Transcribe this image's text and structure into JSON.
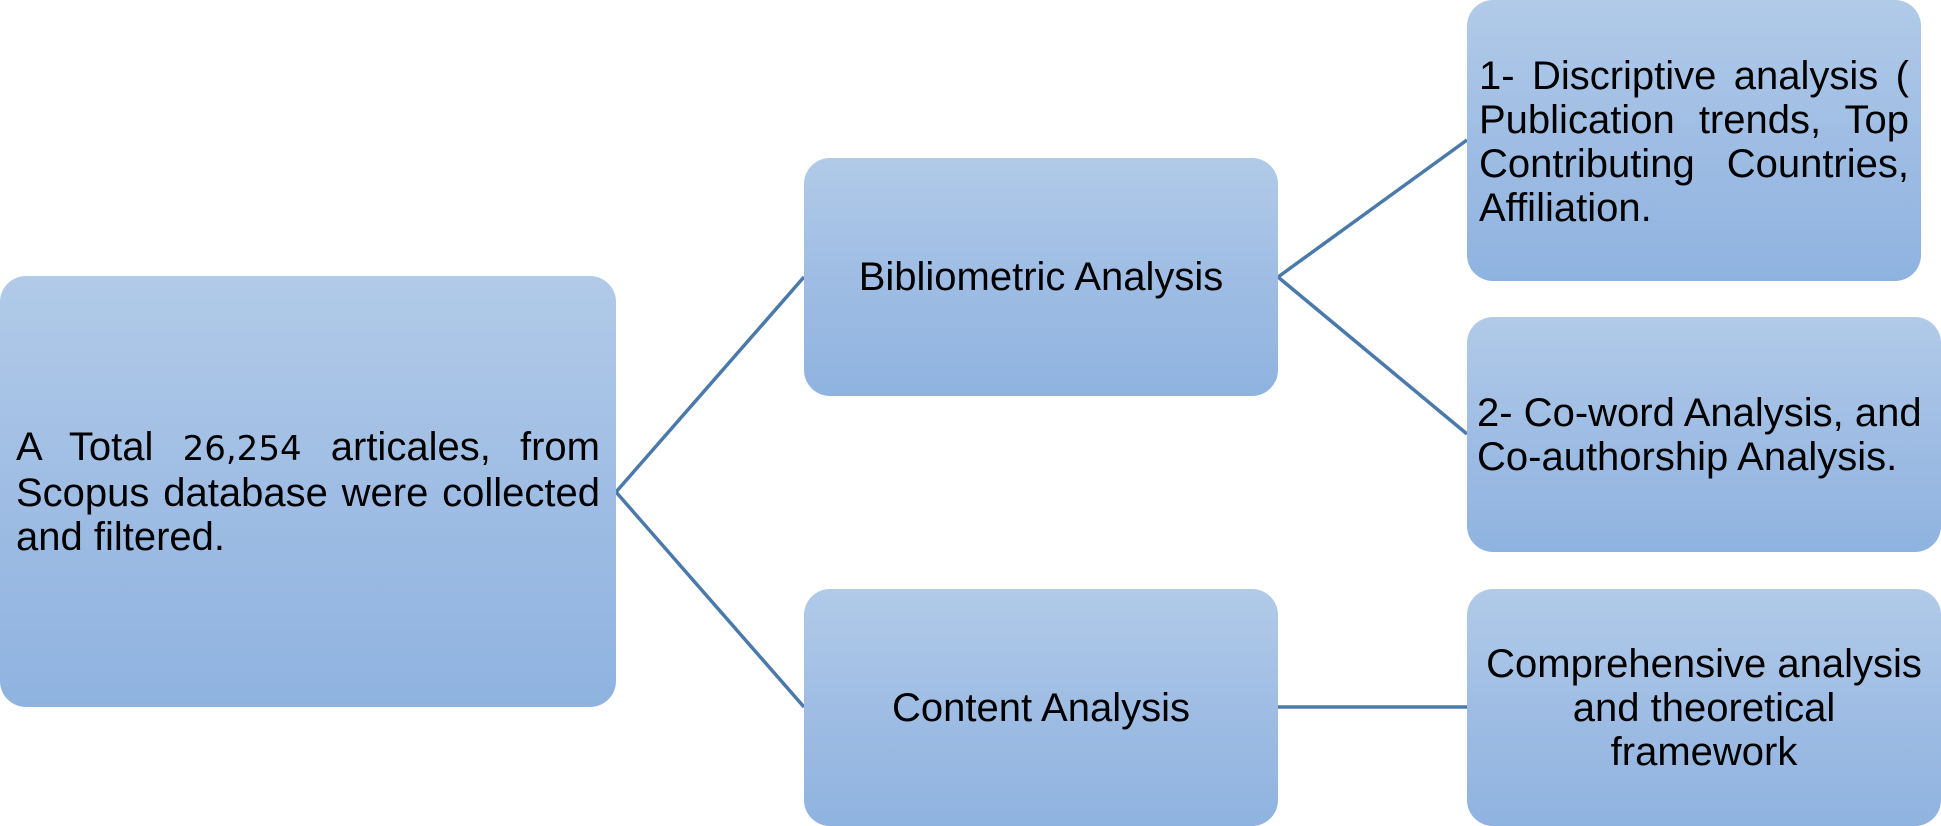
{
  "colors": {
    "box_top": "#b1cae8",
    "box_bottom": "#8fb3e0",
    "connector": "#4a7aab",
    "text": "#000000"
  },
  "diagram": {
    "root": {
      "prefix": "A Total",
      "number": "26,254",
      "suffix": " articales, from Scopus database were collected and filtered."
    },
    "bibliometric": {
      "label": "Bibliometric Analysis",
      "children": [
        {
          "label": "1- Discriptive analysis ( Publication trends, Top Contributing Countries, Affiliation."
        },
        {
          "label": "2- Co-word Analysis, and Co-authorship Analysis."
        }
      ]
    },
    "content": {
      "label": "Content Analysis",
      "children": [
        {
          "label": "Comprehensive analysis and theoretical framework"
        }
      ]
    }
  }
}
